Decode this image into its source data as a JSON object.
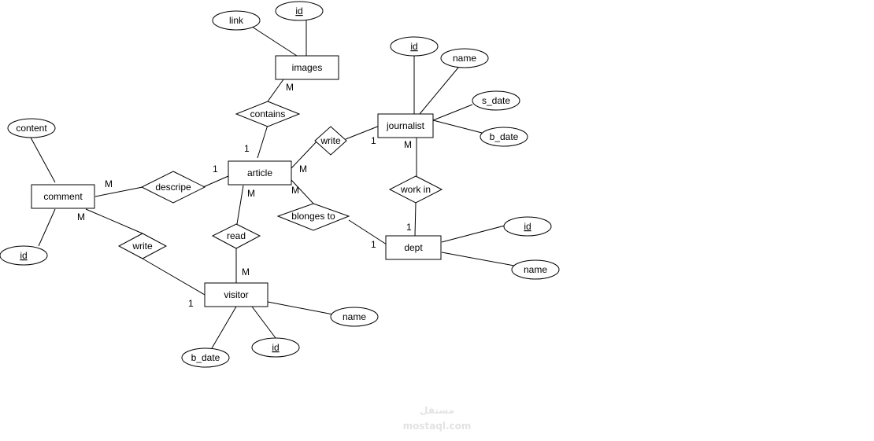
{
  "entities": {
    "images": "images",
    "journalist": "journalist",
    "article": "article",
    "comment": "comment",
    "dept": "dept",
    "visitor": "visitor"
  },
  "relationships": {
    "contains": "contains",
    "write_journalist": "write",
    "descripe": "descripe",
    "work_in": "work in",
    "blonges_to": "blonges to",
    "read": "read",
    "write_comment": "write"
  },
  "attributes": {
    "images_link": "link",
    "images_id": "id",
    "journalist_id": "id",
    "journalist_name": "name",
    "journalist_s_date": "s_date",
    "journalist_b_date": "b_date",
    "comment_content": "content",
    "comment_id": "id",
    "dept_id": "id",
    "dept_name": "name",
    "visitor_name": "name",
    "visitor_id": "id",
    "visitor_b_date": "b_date"
  },
  "cardinalities": {
    "images_contains": "M",
    "article_contains": "1",
    "article_write": "M",
    "journalist_write": "1",
    "journalist_workin": "M",
    "dept_workin": "1",
    "comment_descripe": "M",
    "article_descripe": "1",
    "article_blonges": "M",
    "dept_blonges": "1",
    "article_read": "M",
    "visitor_read": "M",
    "comment_write": "M",
    "visitor_write": "1"
  },
  "watermark": {
    "arabic": "مستقل",
    "latin": "mostaql.com"
  }
}
